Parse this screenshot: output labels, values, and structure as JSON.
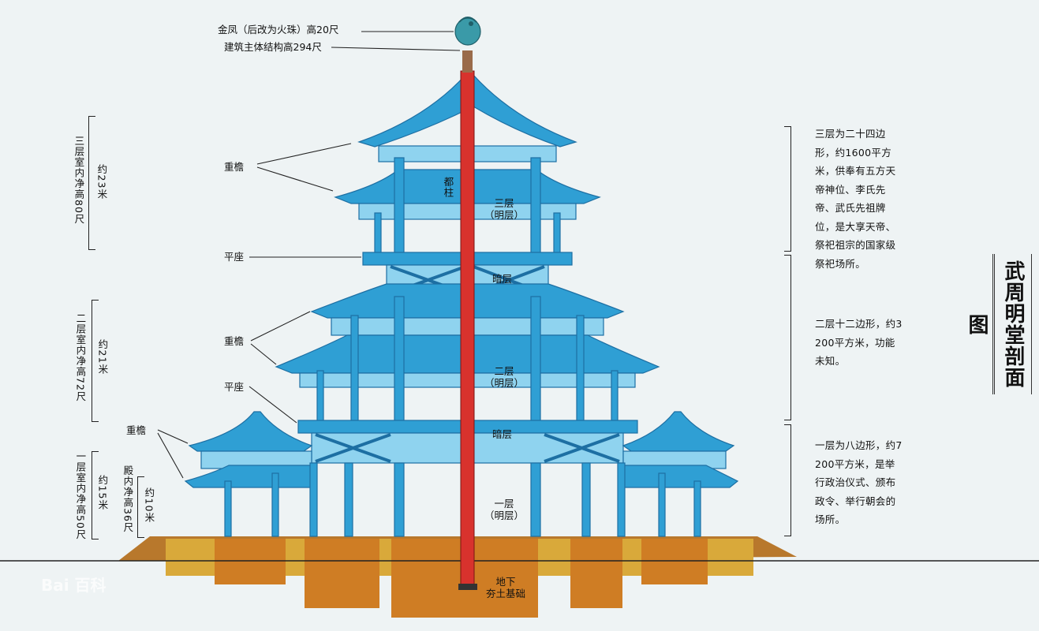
{
  "title": "武周明堂剖面图",
  "top_notes": {
    "finial": "金凤（后改为火珠）高20尺",
    "main_structure": "建筑主体结构高294尺"
  },
  "labels": {
    "eaves": "重檐",
    "platform": "平座",
    "central_pillar": "都柱",
    "floor3": "三层\n（明层）",
    "floor2": "二层\n（明层）",
    "floor1": "一层\n（明层）",
    "dark_layer": "暗层",
    "foundation": "地下\n夯土基础"
  },
  "heights": {
    "floor3_height": "三层室内净高80尺",
    "floor3_approx": "约23米",
    "floor2_height": "二层室内净高72尺",
    "floor2_approx": "约21米",
    "floor1_height": "一层室内净高50尺",
    "floor1_approx": "约15米",
    "hall_height": "殿内净高36尺",
    "hall_approx": "约10米"
  },
  "descriptions": {
    "floor3": "三层为二十四边形，约1600平方米，供奉有五方天帝神位、李氏先帝、武氏先祖牌位，是大享天帝、祭祀祖宗的国家级祭祀场所。",
    "floor2": "二层十二边形，约3200平方米，功能未知。",
    "floor1": "一层为八边形，约7200平方米，是举行政治仪式、颁布政令、举行朝会的场所。"
  },
  "watermark": "Bai 百科",
  "colors": {
    "structure": "#2f9fd4",
    "structure_light": "#8fd3ef",
    "pillar": "#d8322d",
    "earth": "#d9a93a",
    "earth_dark": "#cf7d24",
    "ground": "#a56a22"
  }
}
